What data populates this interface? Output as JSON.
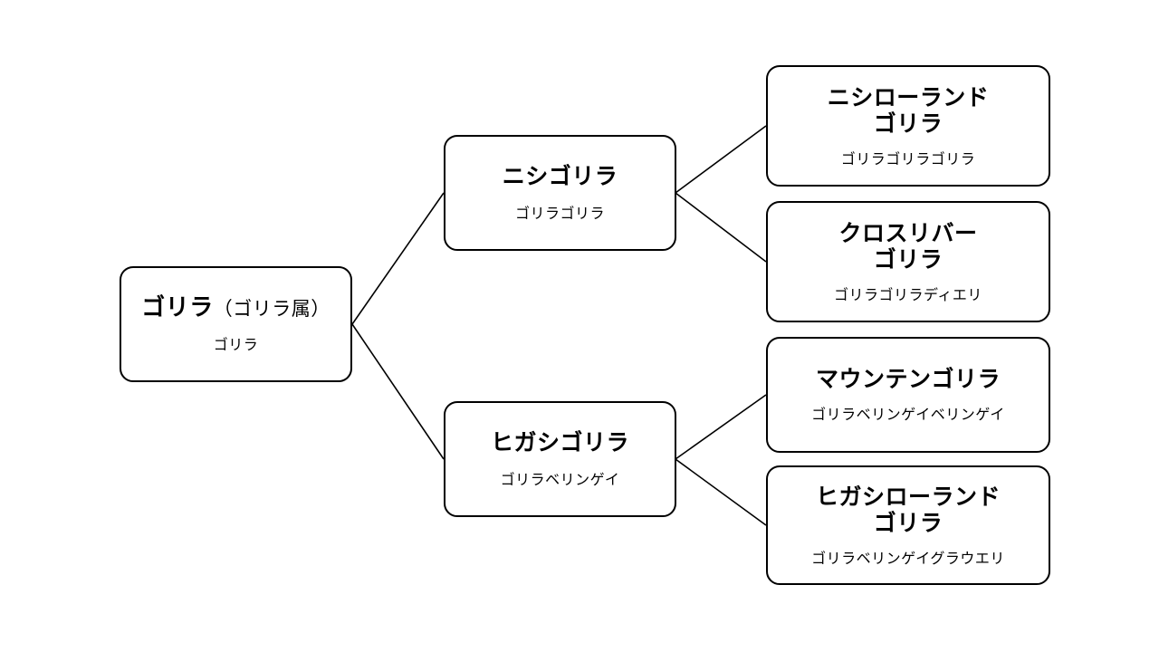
{
  "diagram": {
    "type": "taxonomy-tree",
    "title": "",
    "background_color": "#ffffff",
    "line_color": "#000000",
    "node_border_color": "#000000",
    "node_fill_color": "#ffffff"
  },
  "nodes": {
    "root": {
      "name": "ゴリラ",
      "qualifier": "（ゴリラ属）",
      "scientific": "ゴリラ"
    },
    "west_gorilla": {
      "name": "ニシゴリラ",
      "scientific": "ゴリラゴリラ"
    },
    "east_gorilla": {
      "name": "ヒガシゴリラ",
      "scientific": "ゴリラベリンゲイ"
    },
    "west_lowland": {
      "name_line1": "ニシローランド",
      "name_line2": "ゴリラ",
      "scientific": "ゴリラゴリラゴリラ"
    },
    "cross_river": {
      "name_line1": "クロスリバー",
      "name_line2": "ゴリラ",
      "scientific": "ゴリラゴリラディエリ"
    },
    "mountain": {
      "name_line1": "マウンテンゴリラ",
      "scientific": "ゴリラベリンゲイベリンゲイ"
    },
    "east_lowland": {
      "name_line1": "ヒガシローランド",
      "name_line2": "ゴリラ",
      "scientific": "ゴリラベリンゲイグラウエリ"
    }
  }
}
